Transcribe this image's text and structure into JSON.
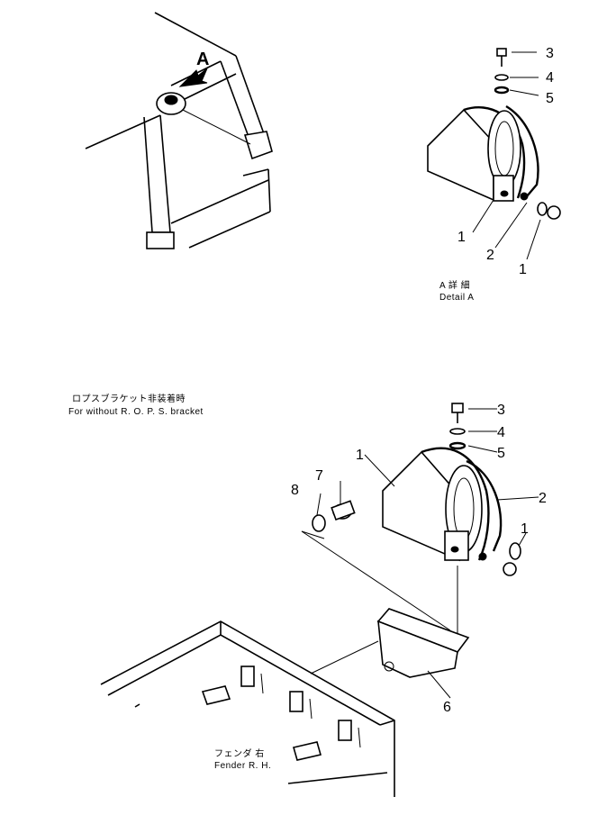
{
  "view_marker": "A",
  "detail_a": {
    "callouts": [
      "3",
      "4",
      "5",
      "1",
      "2",
      "1"
    ],
    "caption_jp": "A 詳 細",
    "caption_en": "Detail A"
  },
  "lower": {
    "title_jp": "ロプスブラケット非装着時",
    "title_en": "For without R. O. P. S. bracket",
    "callouts": [
      "3",
      "4",
      "5",
      "1",
      "2",
      "1",
      "7",
      "8",
      "6"
    ],
    "fender_jp": "フェンダ 右",
    "fender_en": "Fender R. H."
  }
}
